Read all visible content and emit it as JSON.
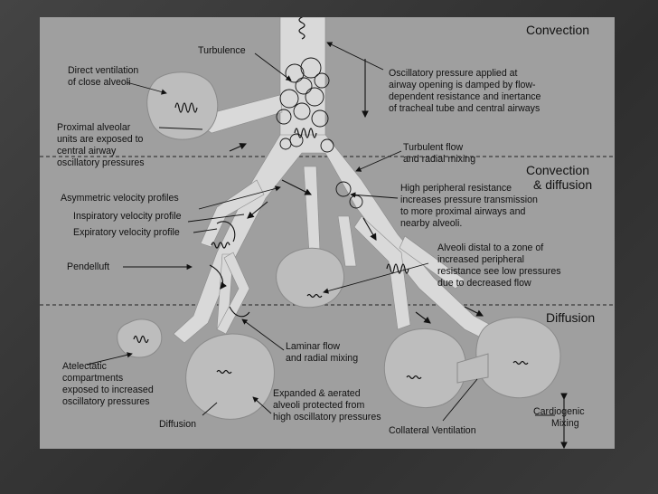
{
  "zones": {
    "convection": "Convection",
    "convection_diffusion_1": "Convection",
    "convection_diffusion_2": "& diffusion",
    "diffusion": "Diffusion"
  },
  "labels": {
    "turbulence": "Turbulence",
    "direct_ventilation_1": "Direct ventilation",
    "direct_ventilation_2": "of close alveoli",
    "oscillatory_1": "Oscillatory pressure applied at",
    "oscillatory_2": "airway opening is damped by flow-",
    "oscillatory_3": "dependent resistance and inertance",
    "oscillatory_4": "of tracheal tube and central airways",
    "proximal_1": "Proximal alveolar",
    "proximal_2": "units are exposed to",
    "proximal_3": "central airway",
    "proximal_4": "oscillatory pressures",
    "turbulent_flow_1": "Turbulent flow",
    "turbulent_flow_2": "and radial mixing",
    "asymmetric": "Asymmetric velocity profiles",
    "inspiratory": "Inspiratory velocity profile",
    "expiratory": "Expiratory velocity profile",
    "high_peripheral_1": "High peripheral resistance",
    "high_peripheral_2": "increases pressure transmission",
    "high_peripheral_3": "to more proximal airways and",
    "high_peripheral_4": "nearby alveoli.",
    "alveoli_distal_1": "Alveoli distal to a zone of",
    "alveoli_distal_2": "increased peripheral",
    "alveoli_distal_3": "resistance see low pressures",
    "alveoli_distal_4": "due to decreased flow",
    "pendelluft": "Pendelluft",
    "laminar_1": "Laminar flow",
    "laminar_2": "and radial mixing",
    "atelectatic_1": "Atelectatic",
    "atelectatic_2": "compartments",
    "atelectatic_3": "exposed to increased",
    "atelectatic_4": "oscillatory pressures",
    "expanded_1": "Expanded & aerated",
    "expanded_2": "alveoli protected from",
    "expanded_3": "high oscillatory pressures",
    "diffusion": "Diffusion",
    "collateral": "Collateral Ventilation",
    "cardiogenic_1": "Cardiogenic",
    "cardiogenic_2": "Mixing"
  },
  "colors": {
    "background": "#3a3a3a",
    "panel": "#9f9f9f",
    "airway": "#d9d9d9",
    "alveolus": "#bdbdbd",
    "ink": "#111111"
  }
}
